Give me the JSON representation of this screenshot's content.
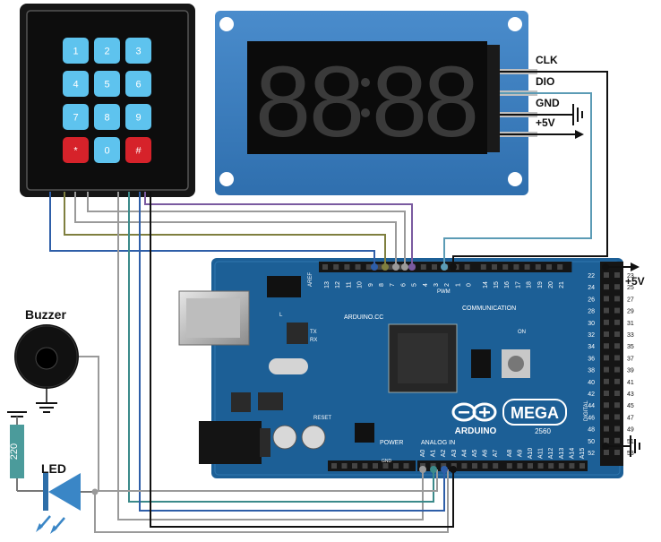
{
  "keypad": {
    "keys": [
      "1",
      "2",
      "3",
      "4",
      "5",
      "6",
      "7",
      "8",
      "9",
      "*",
      "0",
      "#"
    ],
    "key_color": "#5ec3ee",
    "special_key_color": "#d6222a"
  },
  "display": {
    "pins": [
      "CLK",
      "DIO",
      "GND",
      "+5V"
    ],
    "digit_glyph": "8"
  },
  "arduino": {
    "brand": "ARDUINO",
    "model": "MEGA",
    "chip": "2560",
    "site": "ARDUINO.CC",
    "section_communication": "COMMUNICATION",
    "section_power": "POWER",
    "section_analog": "ANALOG IN",
    "section_pwm": "PWM",
    "section_digital": "DIGITAL",
    "label_aref": "AREF",
    "label_on": "ON",
    "label_tx": "TX",
    "label_rx": "RX",
    "label_reset": "RESET",
    "label_l": "L",
    "label_gnd_pwr": "GND",
    "top_header_pins": [
      "13",
      "12",
      "11",
      "10",
      "9",
      "8",
      "7",
      "6",
      "5",
      "4",
      "3",
      "2",
      "1",
      "0",
      "14",
      "15",
      "16",
      "17",
      "18",
      "19",
      "20",
      "21"
    ],
    "analog_pins": [
      "A0",
      "A1",
      "A2",
      "A3",
      "A4",
      "A5",
      "A6",
      "A7",
      "A8",
      "A9",
      "A10",
      "A11",
      "A12",
      "A13",
      "A14",
      "A15"
    ],
    "digital_pins_left": [
      "22",
      "24",
      "26",
      "28",
      "30",
      "32",
      "34",
      "36",
      "38",
      "40",
      "42",
      "44",
      "46",
      "48",
      "50",
      "52"
    ],
    "digital_pins_right": [
      "23",
      "25",
      "27",
      "29",
      "31",
      "33",
      "35",
      "37",
      "39",
      "41",
      "43",
      "45",
      "47",
      "49",
      "51",
      "53"
    ],
    "board_color": "#1c5f96"
  },
  "labels": {
    "buzzer": "Buzzer",
    "resistor": "220",
    "led": "LED",
    "plus5v": "+5V"
  },
  "colors": {
    "wire_black": "#111111",
    "wire_teal": "#5b9bb5",
    "wire_gray": "#9a9a9a",
    "wire_purple": "#7a5aa0",
    "wire_olive": "#7f7f3f",
    "wire_blue": "#2e5ea8",
    "wire_green": "#3b8a8a",
    "module_blue": "#3e7fc1",
    "resistor_color": "#4b9b9b",
    "led_color": "#3a86c6"
  }
}
